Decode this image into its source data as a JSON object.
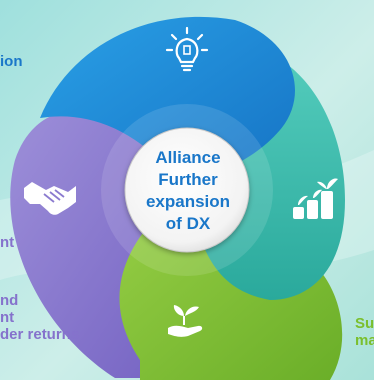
{
  "center_label": "Alliance\nFurther\nexpansion\nof DX",
  "side_texts": {
    "top_left": "ion",
    "left_mid": "nt",
    "bottom_left": "nd\nnt\nder returns",
    "bottom_right": "Su\nma"
  },
  "colors": {
    "background_teal": "#7ed3d4",
    "segment_blue": "#1d8bd2",
    "segment_teal": "#3cc0ab",
    "segment_green": "#86c237",
    "segment_purple": "#8b7bcf",
    "text_blue": "#1a77c9",
    "text_purple": "#8572cc",
    "text_green": "#7bbf2d"
  },
  "icons": [
    "lightbulb-icon",
    "coins-growth-icon",
    "hand-plant-icon",
    "handshake-icon"
  ]
}
